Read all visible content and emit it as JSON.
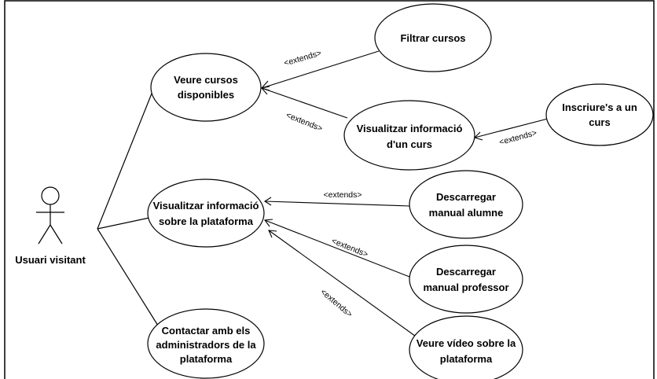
{
  "actor": {
    "name": "Usuari visitant"
  },
  "use_cases": {
    "veure_cursos": [
      "Veure cursos",
      "disponibles"
    ],
    "filtrar_cursos": [
      "Filtrar cursos"
    ],
    "visualitzar_curs": [
      "Visualitzar informació",
      "d'un curs"
    ],
    "inscriure": [
      "Inscriure's a un",
      "curs"
    ],
    "visualitzar_plataforma": [
      "Visualitzar informació",
      "sobre la plataforma"
    ],
    "manual_alumne": [
      "Descarregar",
      "manual alumne"
    ],
    "manual_professor": [
      "Descarregar",
      "manual professor"
    ],
    "video_plataforma": [
      "Veure vídeo sobre la",
      "plataforma"
    ],
    "contactar": [
      "Contactar amb els",
      "administradors de la",
      "plataforma"
    ]
  },
  "relations": {
    "extends_label": "<extends>"
  }
}
